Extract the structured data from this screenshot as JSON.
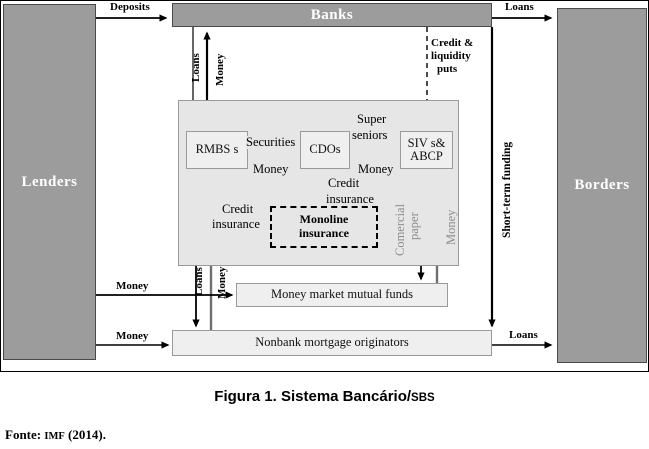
{
  "figure": {
    "caption_main": "Figura 1. Sistema Bancário/",
    "caption_smallcaps": "SBS",
    "source_prefix": "Fonte: ",
    "source_smallcaps": "IMF",
    "source_suffix": " (2014)."
  },
  "actors": {
    "lenders": "Lenders",
    "borders": "Borders",
    "banks": "Banks"
  },
  "entities": {
    "rmbs": "RMBS s",
    "cdos": "CDOs",
    "siv_line1": "SIV s&",
    "siv_line2": "ABCP",
    "monoline_line1": "Monoline",
    "monoline_line2": "insurance",
    "mmmf": "Money market mutual funds",
    "nmo": "Nonbank mortgage originators"
  },
  "flows": {
    "deposits": "Deposits",
    "loans_top_right": "Loans",
    "loans_bottom_right": "Loans",
    "loans_banks_vert": "Loans",
    "money_banks_vert": "Money",
    "credit_liquidity_puts_l1": "Credit &",
    "credit_liquidity_puts_l2": "liquidity",
    "credit_liquidity_puts_l3": "puts",
    "short_term_funding": "Short-term funding",
    "securities": "Securities",
    "money_rmbs_cdos": "Money",
    "super_seniors_l1": "Super",
    "super_seniors_l2": "seniors",
    "money_cdos_siv": "Money",
    "credit_insurance_rmbs_l1": "Credit",
    "credit_insurance_rmbs_l2": "insurance",
    "credit_insurance_cdos_l1": "Credit",
    "credit_insurance_cdos_l2": "insurance",
    "comercial_paper_l1": "Comercial",
    "comercial_paper_l2": "paper",
    "money_siv_vert": "Money",
    "money_left_mmmf": "Money",
    "money_left_nmo": "Money",
    "loans_rmbs_nmo": "Loans",
    "money_nmo_rmbs": "Money"
  },
  "colors": {
    "actor_fill": "#9c9c9c",
    "sbs_fill": "#e6e6e6",
    "entity_fill": "#efefef",
    "gray_arrow": "#8d8d8d",
    "black": "#000000"
  }
}
